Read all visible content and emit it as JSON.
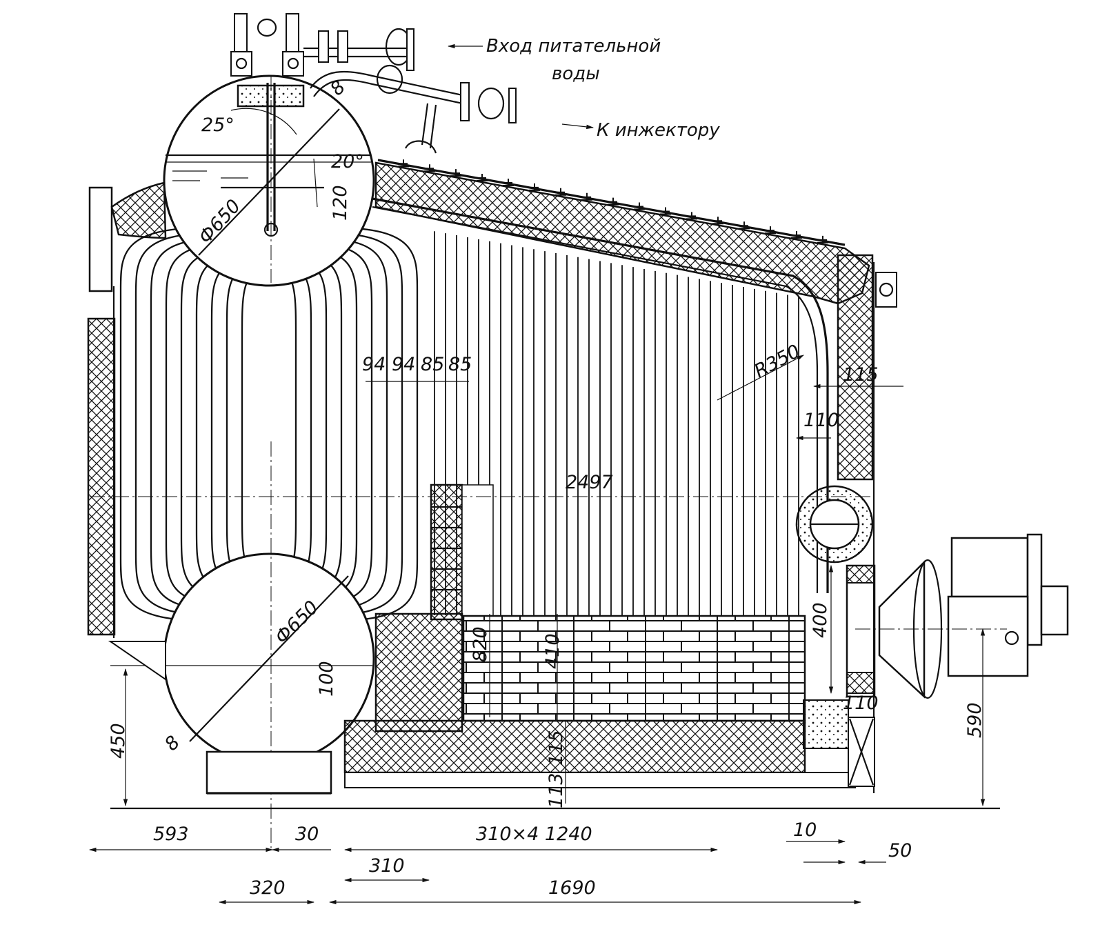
{
  "labels": {
    "feed_water_in": "Вход питательной",
    "feed_water_in_2": "воды",
    "to_injector": "К инжектору"
  },
  "angles": {
    "a25": "25°",
    "a20": "20°"
  },
  "drums": {
    "upper_diameter": "Ф650",
    "lower_diameter": "Ф650",
    "wall_upper": "8",
    "wall_lower": "8"
  },
  "dimensions": {
    "d120": "120",
    "d94a": "94",
    "d94b": "94",
    "d85a": "85",
    "d85b": "85",
    "r350": "R350",
    "d115_right": "115",
    "d110_right": "110",
    "d2497": "2497",
    "d820": "820",
    "d410": "410",
    "d400": "400",
    "d100": "100",
    "d110_low": "110",
    "d115_base": "115",
    "d113": "113",
    "d450": "450",
    "d590": "590",
    "d593": "593",
    "d30": "30",
    "d310x4": "310×4  1240",
    "d10": "10",
    "d50": "50",
    "d310": "310",
    "d320": "320",
    "d1690": "1690"
  },
  "colors": {
    "ink": "#111111",
    "paper": "#ffffff"
  }
}
